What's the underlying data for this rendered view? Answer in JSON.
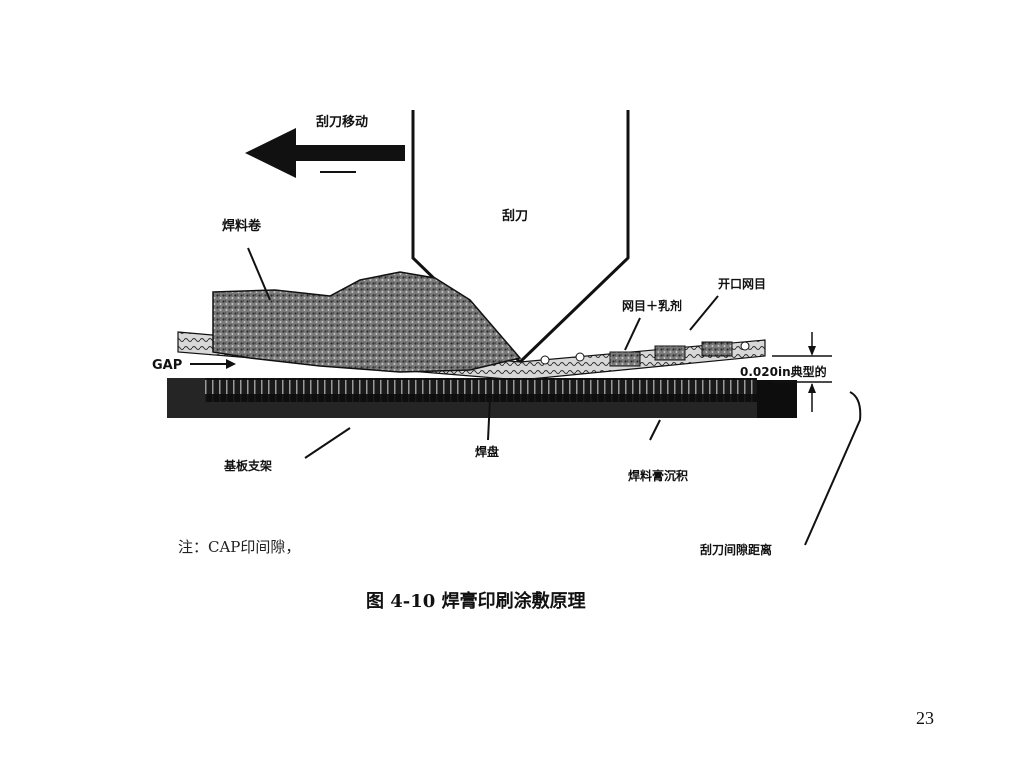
{
  "diagram": {
    "labels": {
      "blade_move": "刮刀移动",
      "squeegee": "刮刀",
      "solder_roll": "焊料卷",
      "mesh_emulsion": "网目＋乳剂",
      "open_mesh": "开口网目",
      "gap": "GAP",
      "thickness": "0.020in典型的",
      "substrate_support": "基板支架",
      "pad": "焊盘",
      "paste_deposit": "焊料膏沉积",
      "snap_off": "刮刀间隙距离"
    },
    "note": "注：CAP印间隙，",
    "caption": "图 4-10  焊膏印刷涂敷原理"
  },
  "page_number": "23"
}
